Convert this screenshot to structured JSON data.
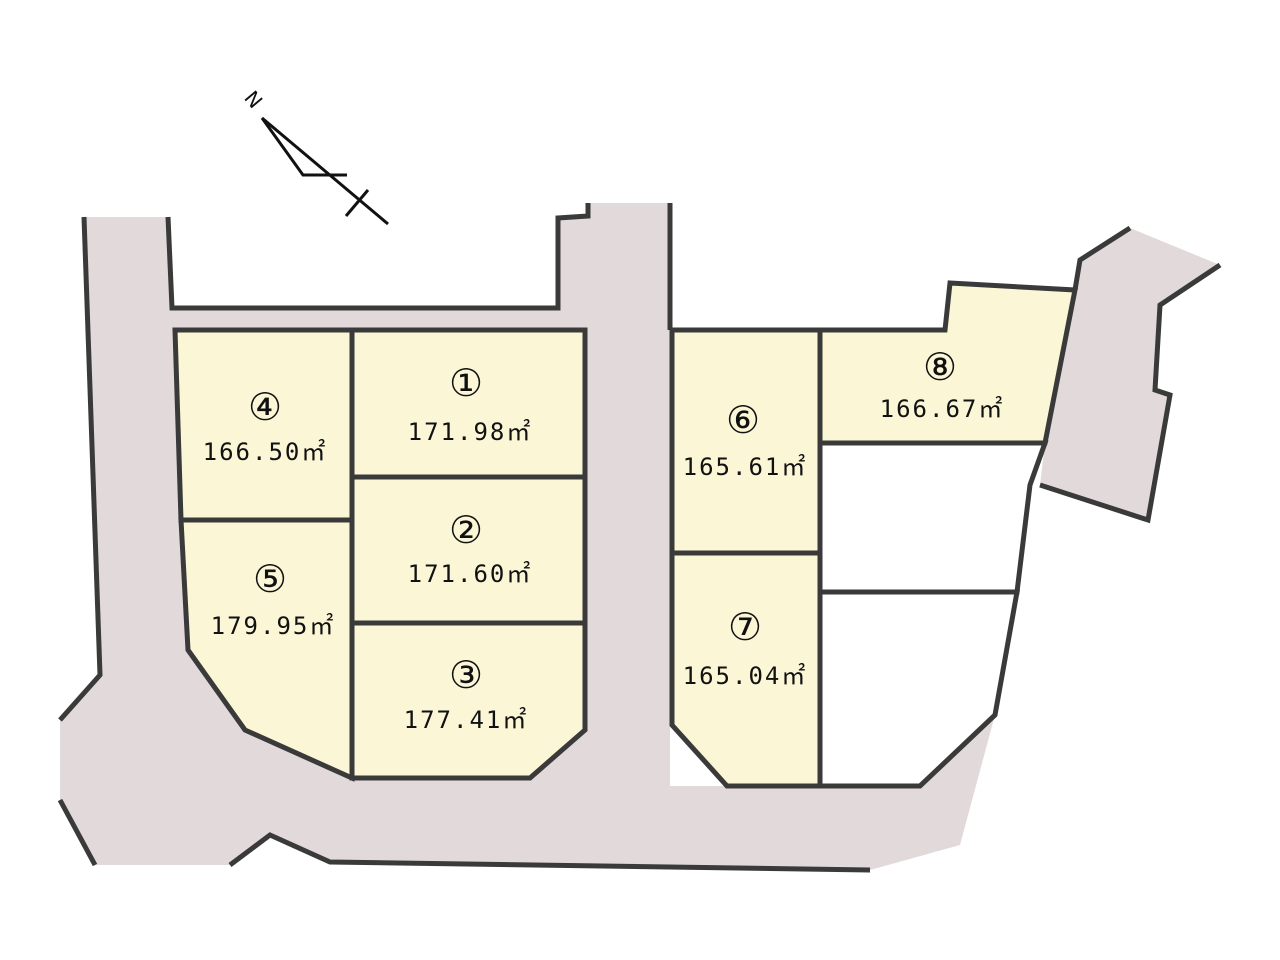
{
  "compass": {
    "label": "N"
  },
  "colors": {
    "road": "#e2dada",
    "lot": "#faf6d6",
    "line": "#3a3a3a",
    "vacant": "#ffffff"
  },
  "lots": [
    {
      "number": "①",
      "area": "171.98㎡"
    },
    {
      "number": "②",
      "area": "171.60㎡"
    },
    {
      "number": "③",
      "area": "177.41㎡"
    },
    {
      "number": "④",
      "area": "166.50㎡"
    },
    {
      "number": "⑤",
      "area": "179.95㎡"
    },
    {
      "number": "⑥",
      "area": "165.61㎡"
    },
    {
      "number": "⑦",
      "area": "165.04㎡"
    },
    {
      "number": "⑧",
      "area": "166.67㎡"
    }
  ]
}
